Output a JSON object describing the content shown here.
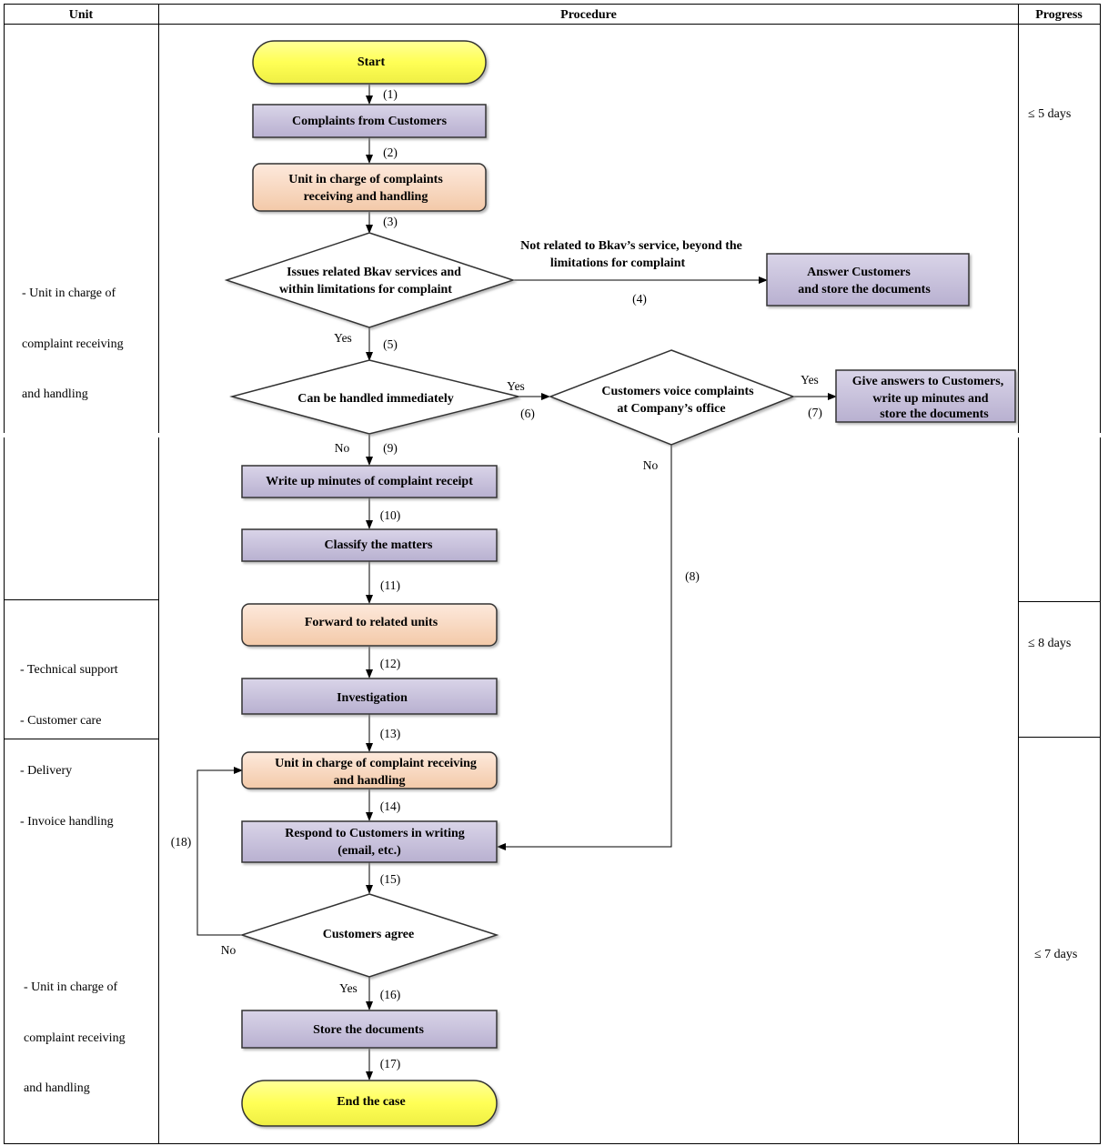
{
  "headers": {
    "unit": "Unit",
    "procedure": "Procedure",
    "progress": "Progress"
  },
  "units": [
    {
      "lines": [
        "- Unit in charge of",
        "complaint receiving",
        "and handling"
      ]
    },
    {
      "lines": [
        "- Technical support",
        "- Customer care",
        "- Delivery",
        "- Invoice handling"
      ]
    },
    {
      "lines": [
        "- Unit in charge of",
        "complaint receiving",
        "and handling"
      ]
    }
  ],
  "progress": [
    "≤ 5 days",
    "≤ 8 days",
    "≤ 7 days"
  ],
  "nodes": {
    "start": "Start",
    "complaints": "Complaints from Customers",
    "unit_receiving": [
      "Unit in charge of complaints",
      "receiving and handling"
    ],
    "issues": [
      "Issues related Bkav services and",
      "within limitations for complaint"
    ],
    "answer": [
      "Answer Customers",
      "and store the documents"
    ],
    "handled": "Can be handled immediately",
    "office": [
      "Customers voice complaints",
      "at Company’s office"
    ],
    "give": [
      "Give answers to Customers,",
      "write up minutes and",
      "store the documents"
    ],
    "minutes": "Write up minutes of complaint receipt",
    "classify": "Classify the matters",
    "forward": "Forward to related units",
    "investigation": "Investigation",
    "unit_handling": [
      "Unit in charge of complaint receiving",
      "and handling"
    ],
    "respond": [
      "Respond to Customers in writing",
      "(email, etc.)"
    ],
    "agree": "Customers agree",
    "store": "Store the documents",
    "end": "End the case"
  },
  "edge_labels": {
    "not_related": [
      "Not related to Bkav’s service, beyond the",
      "limitations for complaint"
    ],
    "yes": "Yes",
    "no": "No"
  },
  "steps": [
    "(1)",
    "(2)",
    "(3)",
    "(4)",
    "(5)",
    "(6)",
    "(7)",
    "(8)",
    "(9)",
    "(10)",
    "(11)",
    "(12)",
    "(13)",
    "(14)",
    "(15)",
    "(16)",
    "(17)",
    "(18)"
  ],
  "colors": {
    "terminal_fill": "#ffff66",
    "process_fill": "#c9c3dc",
    "unit_fill": "#f8ddc8",
    "stroke": "#404040"
  }
}
